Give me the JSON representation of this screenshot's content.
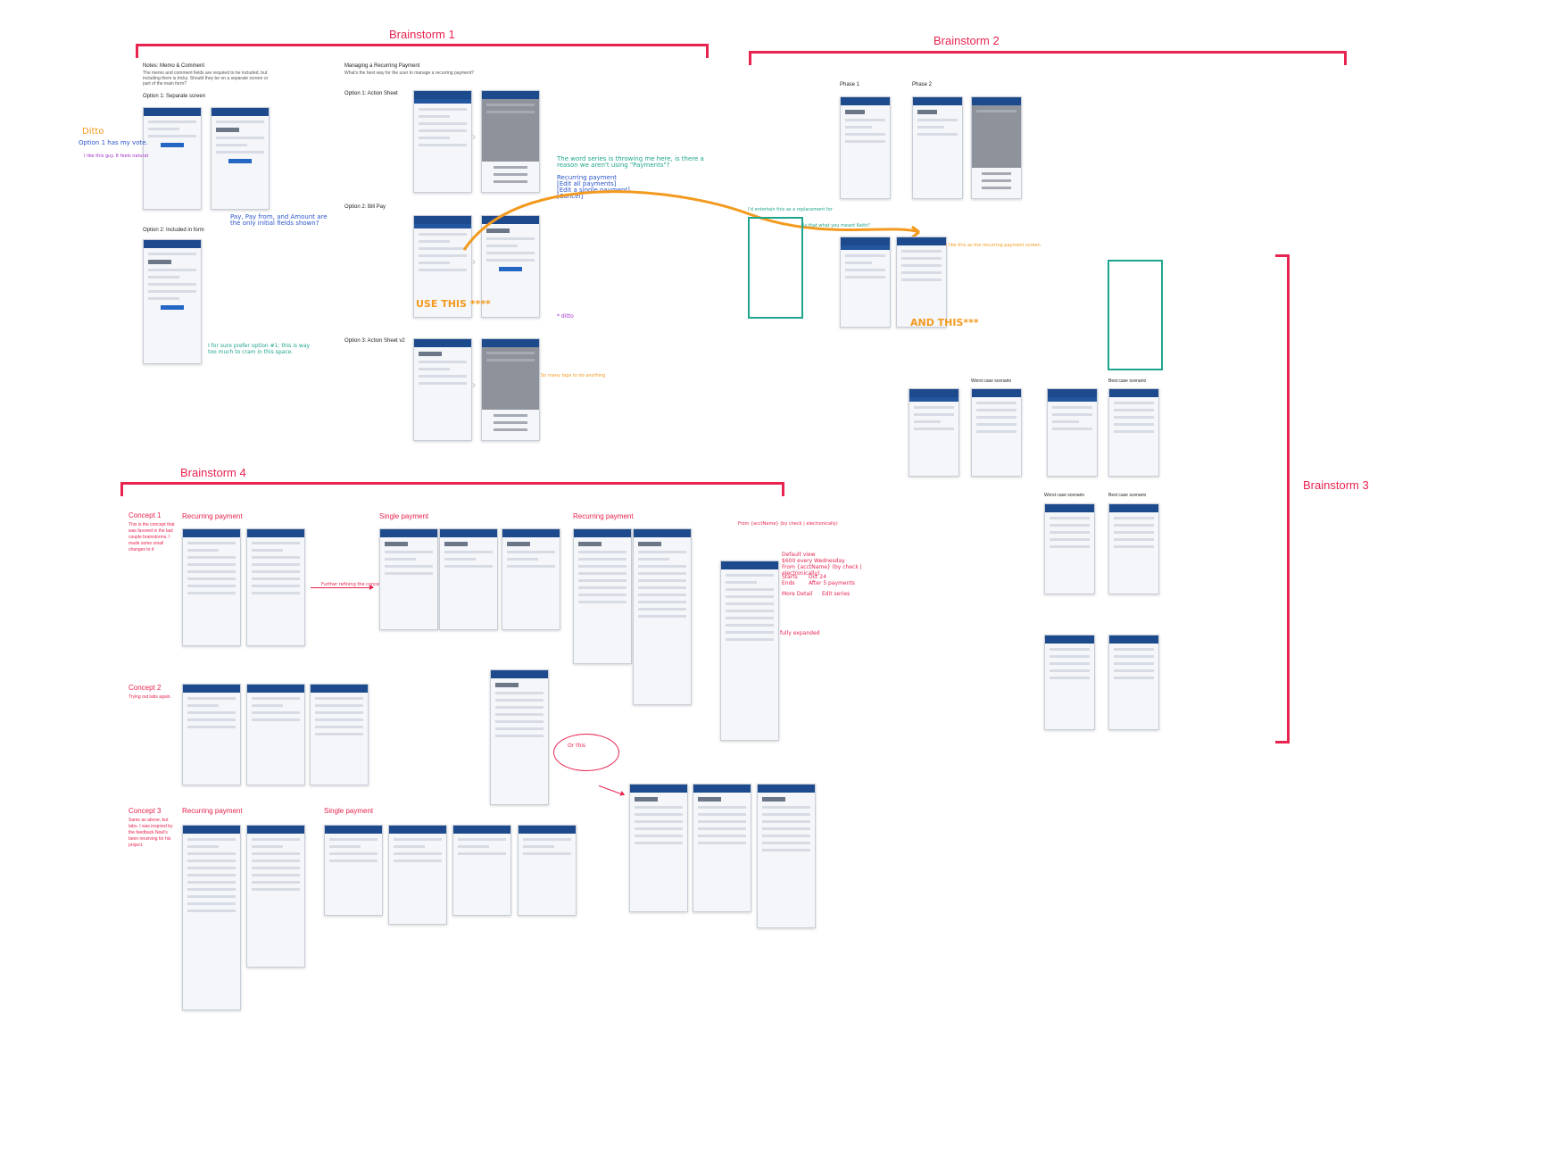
{
  "sections": {
    "b1": "Brainstorm 1",
    "b2": "Brainstorm 2",
    "b3": "Brainstorm 3",
    "b4": "Brainstorm 4"
  },
  "memo": {
    "heading": "Notes: Memo & Comment",
    "desc": "The memo and comment fields are required to be included, but including them is tricky. Should they be on a separate screen or part of the main form?",
    "opt1": "Option 1: Separate screen",
    "opt2": "Option 2: Included in form"
  },
  "recurring": {
    "heading": "Managing a Recurring Payment",
    "desc": "What's the best way for the user to manage a recurring payment?",
    "o1": "Option 1: Action Sheet",
    "o2": "Option 2: Bill Pay",
    "o3": "Option 3: Action Sheet v2"
  },
  "comments": {
    "ditto": "Ditto",
    "vote": "Option 1 has my vote.",
    "natural": "I like this guy. It feels natural",
    "fields": "Pay, Pay from, and Amount are the only initial fields shown?",
    "prefer": "I for sure prefer option #1; this is way too much to cram in this space.",
    "series_q": "The word series is throwing me here, is there a reason we aren't using \"Payments\"?",
    "menu": "Recurring payment\n[Edit all payments]\n[Edit a single payment]\n[Cancel]",
    "use_this": "USE THIS ****",
    "and_this": "AND THIS***",
    "like_this": "I like this as the recurring payment screen",
    "what_you_meant": "Is that what you meant Keith?",
    "ditto2": "* ditto",
    "replacement": "I'd entertain this as a replacement for",
    "no_more_taps": "So many taps to do anything"
  },
  "phase": {
    "p1": "Phase 1",
    "p2": "Phase 2"
  },
  "scenarios": {
    "worst": "Worst case scenario",
    "best": "Best case scenario"
  },
  "b4": {
    "c1": "Concept 1",
    "c1desc": "This is the concept that was favored in the last couple brainstorms. I made some small changes to it",
    "c2": "Concept 2",
    "c2desc": "Trying out tabs again.",
    "c3": "Concept 3",
    "c3desc": "Same as above, but tabs. I was inspired by the feedback Noel's been receiving for his project.",
    "recurring": "Recurring payment",
    "single": "Single payment",
    "further": "Further refining the concept",
    "default_view": "Default view\n$600 every Wednesday\nFrom {acctName} (by check | electronically)",
    "from_line": "From {acctName} (by check | electronically)",
    "starts": "Starts\nEnds",
    "starts_vals": "Oct 24\nAfter 5 payments",
    "more_detail": "More Detail",
    "edit_series": "Edit series",
    "fully_expanded": "fully expanded",
    "or_this": "Or this"
  },
  "colors": {
    "annotation_red": "#e8234f",
    "annotation_orange": "#f39a1e",
    "annotation_green": "#1fa58d",
    "annotation_blue": "#2a55c8",
    "annotation_purple": "#a02cc8",
    "nav_blue": "#1d4a8c"
  }
}
